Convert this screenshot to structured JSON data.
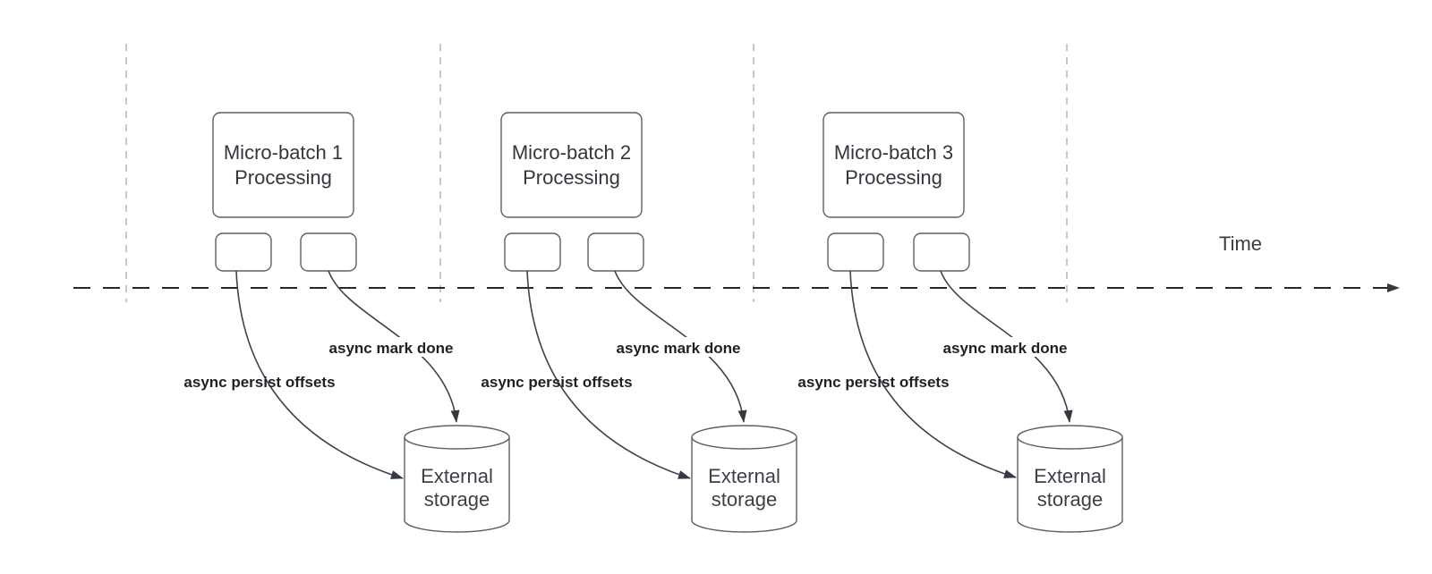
{
  "diagram": {
    "title_hint": "Micro-batch processing timeline with async persistence",
    "time_label": "Time",
    "colors": {
      "timeline_dark": "#23282e",
      "slot_divider_gray": "#b4b7ba",
      "shape_stroke": "#5a6169",
      "edge_stroke": "#3c434c",
      "node_text": "#33373d",
      "edge_label_text": "#1d2126"
    },
    "batches": [
      {
        "box_line1": "Micro-batch 1",
        "box_line2": "Processing",
        "persist_label": "async persist offsets",
        "done_label": "async mark done",
        "storage_line1": "External",
        "storage_line2": "storage"
      },
      {
        "box_line1": "Micro-batch 2",
        "box_line2": "Processing",
        "persist_label": "async persist offsets",
        "done_label": "async mark done",
        "storage_line1": "External",
        "storage_line2": "storage"
      },
      {
        "box_line1": "Micro-batch 3",
        "box_line2": "Processing",
        "persist_label": "async persist offsets",
        "done_label": "async mark done",
        "storage_line1": "External",
        "storage_line2": "storage"
      }
    ]
  }
}
